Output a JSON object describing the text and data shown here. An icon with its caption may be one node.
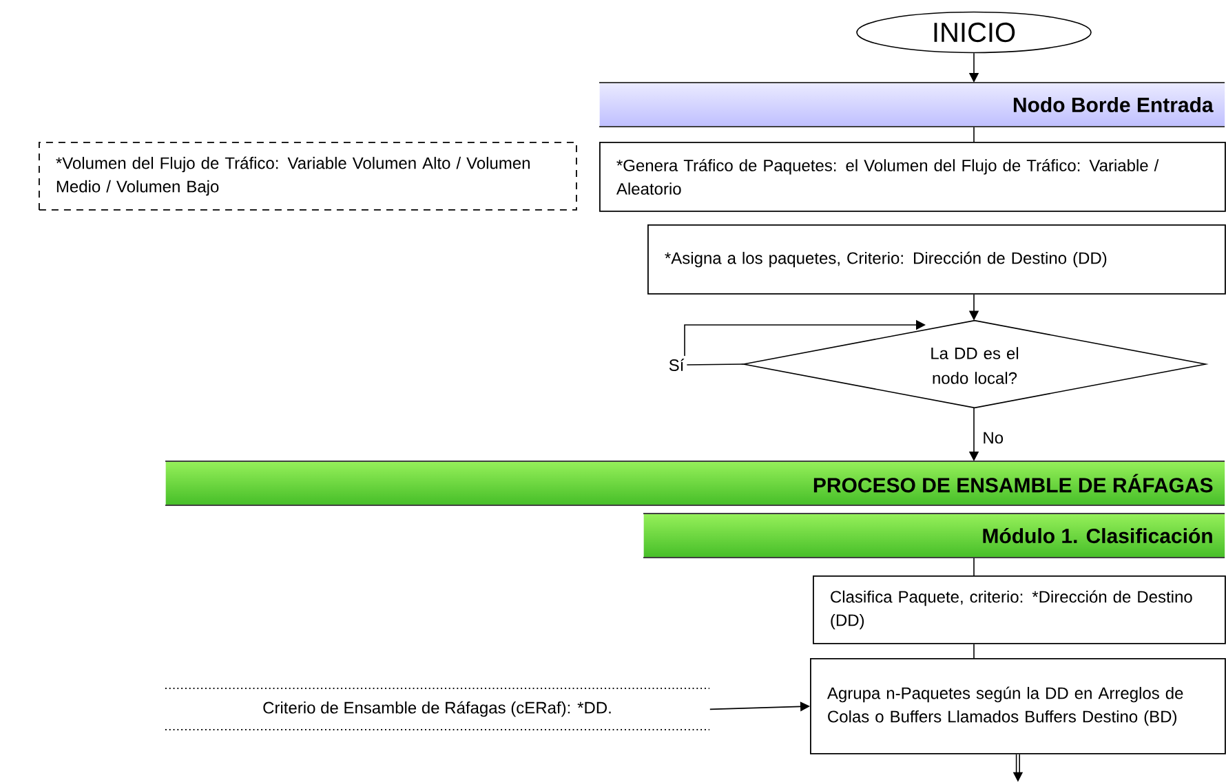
{
  "diagram": {
    "nodes": [
      {
        "text": [
          "INICIO"
        ]
      },
      {
        "text": [
          "Nodo Borde Entrada"
        ]
      },
      {
        "text": [
          "*Genera Tráfico de Paquetes: el Volumen del Flujo de Tráfico: Variable / Aleatorio"
        ]
      },
      {
        "text": [
          "*Volumen del Flujo de Tráfico: Variable Volumen Alto / Volumen Medio / Volumen Bajo"
        ]
      },
      {
        "text": [
          "*Asigna a los paquetes, Criterio: Dirección de Destino (DD)"
        ]
      },
      {
        "text": [
          "La DD es el nodo local?"
        ]
      },
      {
        "text": [
          "PROCESO DE ENSAMBLE DE RÁFAGAS"
        ]
      },
      {
        "text": [
          "Módulo 1. Clasificación"
        ]
      },
      {
        "text": [
          "Clasifica Paquete, criterio: *Dirección de Destino (DD)"
        ]
      },
      {
        "text": [
          "Agrupa n-Paquetes según la DD en Arreglos de Colas o Buffers Llamados Buffers Destino (BD)"
        ]
      },
      {
        "text": [
          "Criterio de Ensamble de Ráfagas (cERaf): *DD."
        ]
      }
    ],
    "edges": [
      {
        "from": 0,
        "to": 1,
        "arrow": "to"
      },
      {
        "from": 1,
        "to": 2,
        "arrow": "none"
      },
      {
        "from": 4,
        "to": 5,
        "arrow": "to"
      },
      {
        "from": 5,
        "to": 5,
        "arrow": "to",
        "label": "Sí"
      },
      {
        "from": 5,
        "to": 6,
        "arrow": "to",
        "label": "No"
      },
      {
        "from": 7,
        "to": 8,
        "arrow": "none"
      },
      {
        "from": 8,
        "to": 9,
        "arrow": "none"
      },
      {
        "from": 10,
        "to": 9,
        "arrow": "to"
      },
      {
        "from": 9,
        "to": null,
        "arrow": "to",
        "style": "thick"
      }
    ]
  }
}
